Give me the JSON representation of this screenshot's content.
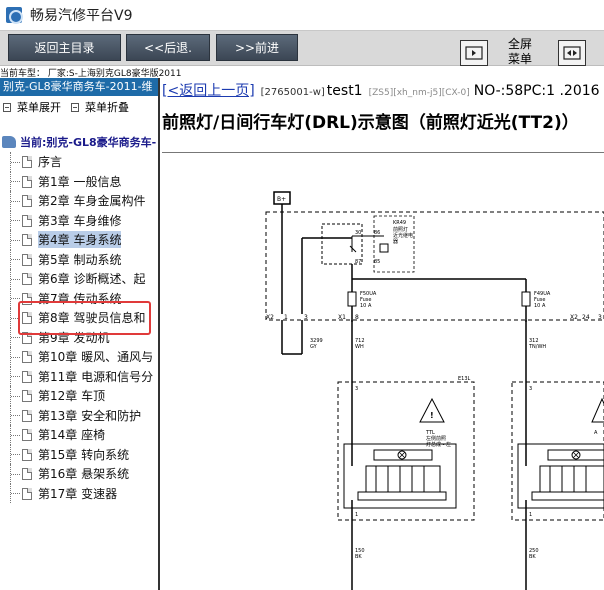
{
  "window": {
    "title": "畅易汽修平台V9"
  },
  "toolbar": {
    "back_main": "返回主目录",
    "back": "<<后退.",
    "forward": ">>前进",
    "fullscreen_line1": "全屏",
    "fullscreen_line2": "菜单"
  },
  "info": {
    "current_model": "当前车型： 厂家:S-上海别克GL8豪华版2011"
  },
  "sidebar": {
    "car_header": "别克-GL8豪华商务车-2011-维",
    "expand_menu": "菜单展开",
    "collapse_menu": "菜单折叠",
    "tree_root": "当前:别克-GL8豪华商务车-",
    "items": [
      {
        "label": "序言"
      },
      {
        "label": "第1章 一般信息"
      },
      {
        "label": "第2章 车身金属构件"
      },
      {
        "label": "第3章 车身维修"
      },
      {
        "label": "第4章 车身系统"
      },
      {
        "label": "第5章 制动系统"
      },
      {
        "label": "第6章 诊断概述、起"
      },
      {
        "label": "第7章 传动系统"
      },
      {
        "label": "第8章 驾驶员信息和"
      },
      {
        "label": "第9章 发动机"
      },
      {
        "label": "第10章 暖风、通风与"
      },
      {
        "label": "第11章 电源和信号分"
      },
      {
        "label": "第12章 车顶"
      },
      {
        "label": "第13章 安全和防护"
      },
      {
        "label": "第14章 座椅"
      },
      {
        "label": "第15章 转向系统"
      },
      {
        "label": "第16章 悬架系统"
      },
      {
        "label": "第17章 变速器"
      }
    ],
    "selected_index": 4
  },
  "content": {
    "back_link": "[<返回上一页]",
    "doc_code": "[2765001-w]",
    "doc_test": "test1",
    "gray_codes": "[ZS5][xh_nm-j5][CX-0]",
    "doc_no": "NO-:58PC:1 .2016",
    "title": "前照灯/日间行车灯(DRL)示意图（前照灯近光(TT2)）"
  },
  "diagram": {
    "top_label": "B+",
    "relay_label": "KR49",
    "relay_desc_1": "前照灯",
    "relay_desc_2": "近光继电",
    "relay_desc_3": "器",
    "pin_30": "30",
    "pin_86": "86",
    "pin_87": "87",
    "pin_85": "85",
    "x2_left": "X2",
    "x2_right": "X2",
    "x1": "X1",
    "x2_pin_1": "1",
    "x2_pin_3": "3",
    "x1_pin": "8",
    "x2_right_pin_24": "24",
    "x2_right_pin_3": "3",
    "fuse1_name": "F50UA",
    "fuse1_type": "Fuse",
    "fuse1_rating": "10 A",
    "fuse2_name": "F49UA",
    "fuse2_type": "Fuse",
    "fuse2_rating": "10 A",
    "wire_3299": "3299",
    "wire_gy": "GY",
    "wire_712": "712",
    "wire_wh": "WH",
    "wire_312": "312",
    "wire_tnwh": "TN/WH",
    "lamp_left_code": "E13L",
    "lamp_left_pin": "3",
    "lamp_left_desc_1": "TTL",
    "lamp_left_desc_2": "左侧前照",
    "lamp_left_desc_3": "灯总成 - 左",
    "lamp_left_pin_bottom": "1",
    "lamp_right_pin": "3",
    "lamp_right_desc": "A",
    "lamp_right_pin_bottom": "1",
    "wire_150": "150",
    "wire_bk1": "BK",
    "wire_250": "250",
    "wire_bk2": "BK"
  },
  "colors": {
    "accent_blue": "#1e6ba8",
    "highlight_red": "#e03a3a",
    "link_blue": "#1c3bb0"
  }
}
